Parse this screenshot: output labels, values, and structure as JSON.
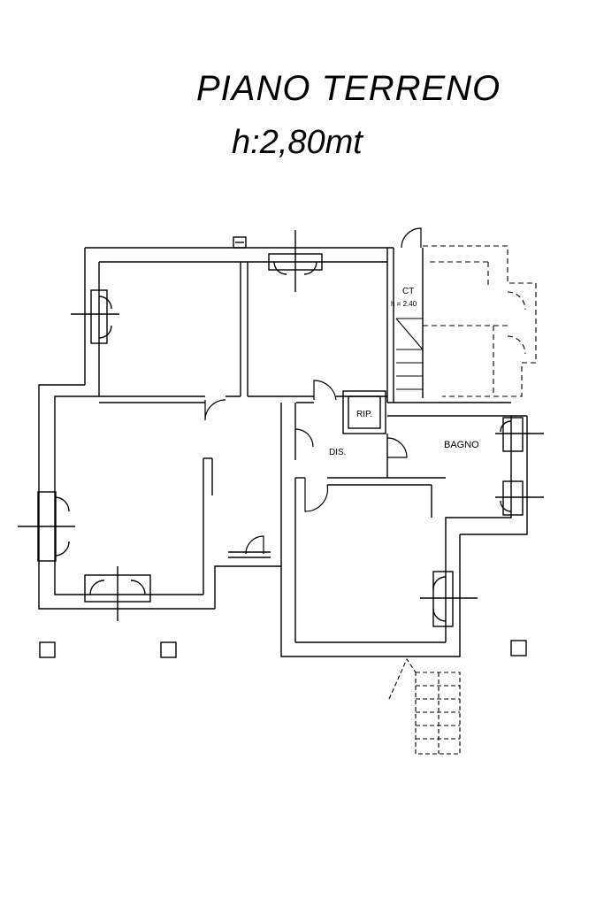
{
  "header": {
    "title": "PIANO TERRENO",
    "height_note": "h:2,80mt"
  },
  "rooms": {
    "ct_label": "CT",
    "ct_height": "h = 2.40",
    "ripostiglio": "RIP.",
    "disimpegno": "DIS.",
    "bagno": "BAGNO"
  }
}
